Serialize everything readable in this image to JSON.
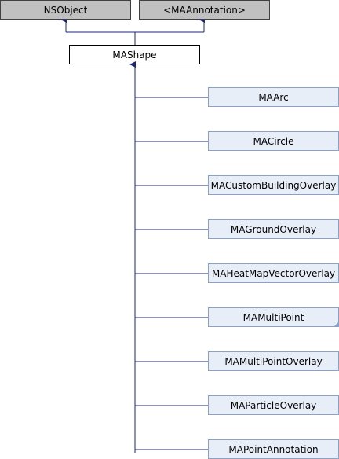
{
  "diagram": {
    "parents": [
      {
        "label": "NSObject"
      },
      {
        "label": "<MAAnnotation>"
      }
    ],
    "base": {
      "label": "MAShape"
    },
    "children": [
      {
        "label": "MAArc",
        "has_more": false
      },
      {
        "label": "MACircle",
        "has_more": false
      },
      {
        "label": "MACustomBuildingOverlay",
        "has_more": false
      },
      {
        "label": "MAGroundOverlay",
        "has_more": false
      },
      {
        "label": "MAHeatMapVectorOverlay",
        "has_more": false
      },
      {
        "label": "MAMultiPoint",
        "has_more": true
      },
      {
        "label": "MAMultiPointOverlay",
        "has_more": false
      },
      {
        "label": "MAParticleOverlay",
        "has_more": false
      },
      {
        "label": "MAPointAnnotation",
        "has_more": false
      }
    ]
  },
  "colors": {
    "parent_fill": "#c0c0c0",
    "parent_stroke": "#404040",
    "base_fill": "#ffffff",
    "base_stroke": "#000000",
    "child_fill": "#e8eef8",
    "child_stroke": "#8aa0c8",
    "edge": "#1a237e"
  }
}
